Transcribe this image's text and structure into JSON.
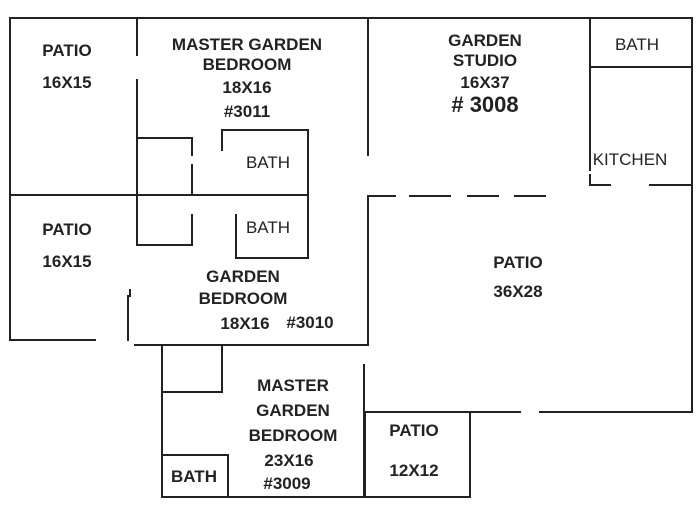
{
  "rooms": {
    "patio_top_left": {
      "name": "PATIO",
      "size": "16X15"
    },
    "master_garden_bedroom_3011": {
      "line1": "MASTER GARDEN",
      "line2": "BEDROOM",
      "size": "18X16",
      "unit": "#3011"
    },
    "bath_3011": {
      "name": "BATH"
    },
    "garden_studio": {
      "line1": "GARDEN",
      "line2": "STUDIO",
      "size": "16X37",
      "unit": "# 3008"
    },
    "bath_studio": {
      "name": "BATH"
    },
    "kitchen": {
      "name": "KITCHEN"
    },
    "patio_mid_left": {
      "name": "PATIO",
      "size": "16X15"
    },
    "bath_3010": {
      "name": "BATH"
    },
    "garden_bedroom_3010": {
      "line1": "GARDEN",
      "line2": "BEDROOM",
      "size": "18X16",
      "unit": "#3010"
    },
    "patio_center": {
      "name": "PATIO",
      "size": "36X28"
    },
    "master_garden_bedroom_3009": {
      "line1": "MASTER",
      "line2": "GARDEN",
      "line3": "BEDROOM",
      "size": "23X16",
      "unit": "#3009"
    },
    "patio_small": {
      "name": "PATIO",
      "size": "12X12"
    },
    "bath_3009": {
      "name": "BATH"
    }
  }
}
